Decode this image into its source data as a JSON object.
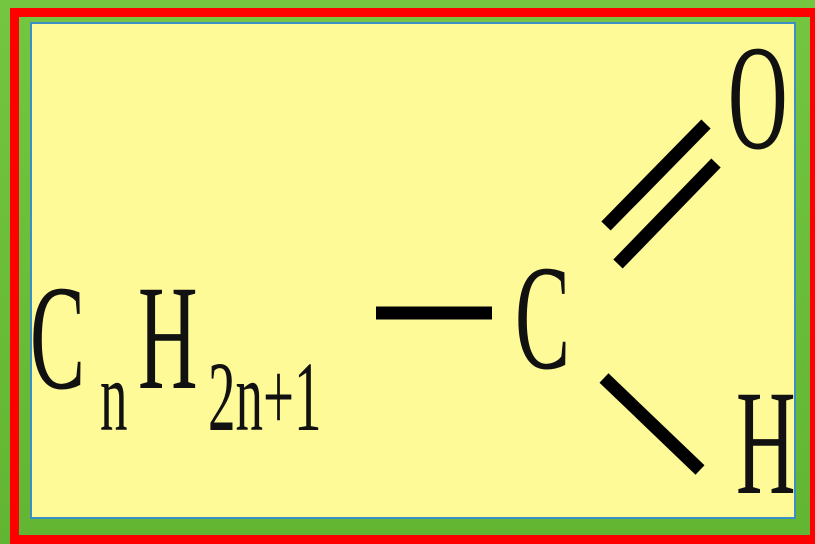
{
  "formula": {
    "alkyl_main": "C",
    "alkyl_sub_n": "n",
    "alkyl_h": "H",
    "alkyl_sub_2n1": "2n+1",
    "carbon": "C",
    "oxygen": "O",
    "hydrogen": "H"
  },
  "colors": {
    "background": "#6cbf3c",
    "frame": "#ff0000",
    "panel": "#fdfa97",
    "panel_border": "#3b8ec7",
    "text": "#111111"
  }
}
